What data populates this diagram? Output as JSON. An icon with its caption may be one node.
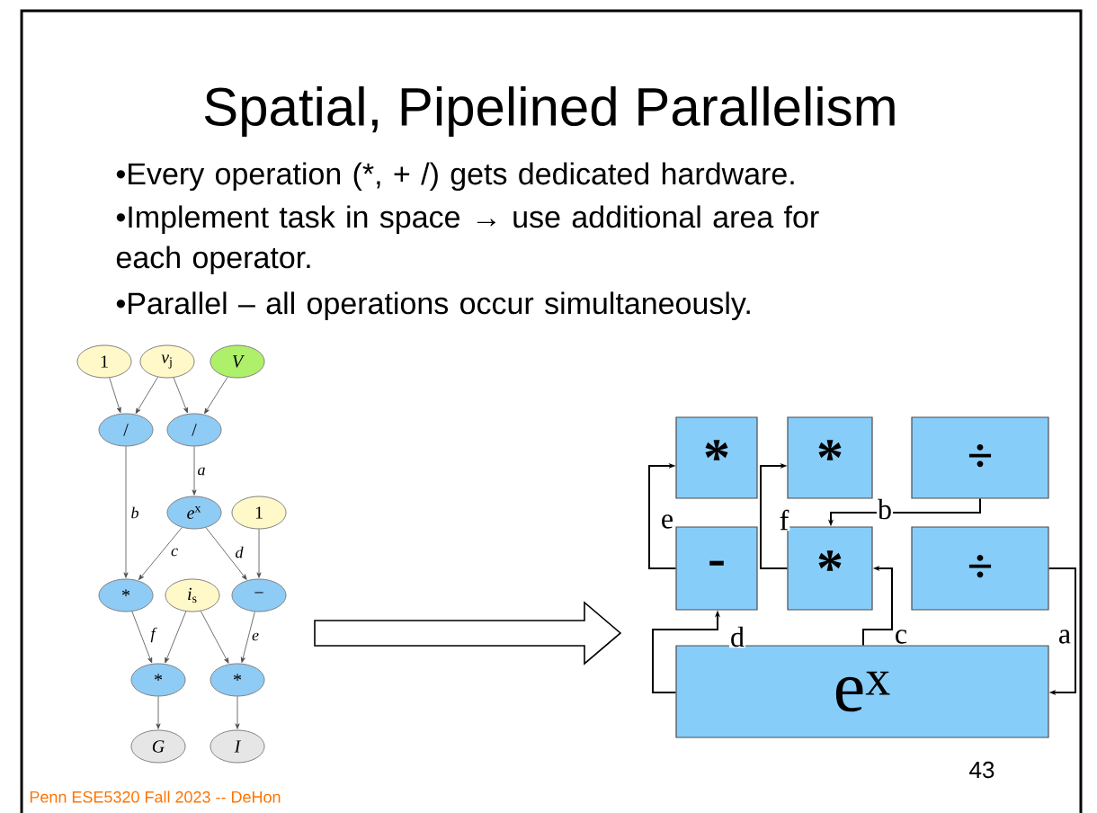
{
  "diagram": {
    "title": "Spatial, Pipelined Parallelism",
    "nodes": [
      {
        "text": [
          "1"
        ]
      },
      {
        "text": [
          "*v*$_{j}$"
        ]
      },
      {
        "text": [
          "V"
        ]
      },
      {
        "text": [
          "/"
        ]
      },
      {
        "text": [
          "/"
        ]
      },
      {
        "text": [
          "*e*$^{x}$"
        ]
      },
      {
        "text": [
          "1"
        ]
      },
      {
        "text": [
          "*"
        ]
      },
      {
        "text": [
          "*i*$_{s}$"
        ]
      },
      {
        "text": [
          "−"
        ]
      },
      {
        "text": [
          "*"
        ]
      },
      {
        "text": [
          "*"
        ]
      },
      {
        "text": [
          "G"
        ]
      },
      {
        "text": [
          "I"
        ]
      },
      {
        "text": [
          "*"
        ]
      },
      {
        "text": [
          "*"
        ]
      },
      {
        "text": [
          "÷"
        ]
      },
      {
        "text": [
          "-"
        ]
      },
      {
        "text": [
          "*"
        ]
      },
      {
        "text": [
          "÷"
        ]
      },
      {
        "text": [
          "e$^{x}$"
        ]
      }
    ],
    "edges": [
      {
        "from": 0,
        "to": 3,
        "arrow": "to"
      },
      {
        "from": 1,
        "to": 3,
        "arrow": "to"
      },
      {
        "from": 1,
        "to": 4,
        "arrow": "to"
      },
      {
        "from": 2,
        "to": 4,
        "arrow": "to"
      },
      {
        "from": 4,
        "to": 5,
        "arrow": "to",
        "label": "a"
      },
      {
        "from": 3,
        "to": 7,
        "arrow": "to",
        "label": "b"
      },
      {
        "from": 5,
        "to": 7,
        "arrow": "to",
        "label": "c"
      },
      {
        "from": 5,
        "to": 9,
        "arrow": "to",
        "label": "d"
      },
      {
        "from": 6,
        "to": 9,
        "arrow": "to"
      },
      {
        "from": 7,
        "to": 10,
        "arrow": "to",
        "label": "f"
      },
      {
        "from": 8,
        "to": 10,
        "arrow": "to"
      },
      {
        "from": 8,
        "to": 11,
        "arrow": "to"
      },
      {
        "from": 9,
        "to": 11,
        "arrow": "to",
        "label": "e"
      },
      {
        "from": 10,
        "to": 12,
        "arrow": "to"
      },
      {
        "from": 11,
        "to": 13,
        "arrow": "to"
      },
      {
        "from": 17,
        "to": 14,
        "arrow": "to",
        "label": "e"
      },
      {
        "from": 18,
        "to": 15,
        "arrow": "to",
        "label": "f"
      },
      {
        "from": 16,
        "to": 18,
        "arrow": "to",
        "label": "b"
      },
      {
        "from": 20,
        "to": 17,
        "arrow": "to",
        "label": "d"
      },
      {
        "from": 20,
        "to": 18,
        "arrow": "to",
        "label": "c"
      },
      {
        "from": 19,
        "to": 20,
        "arrow": "to",
        "label": "a"
      }
    ],
    "labels": [
      "•Every operation (*, + /) gets dedicated hardware.",
      "•Implement task in space → use additional area for each operator.",
      "•Parallel – all operations occur simultaneously.",
      "Penn ESE5320 Fall 2023 -- DeHon",
      "43"
    ]
  }
}
